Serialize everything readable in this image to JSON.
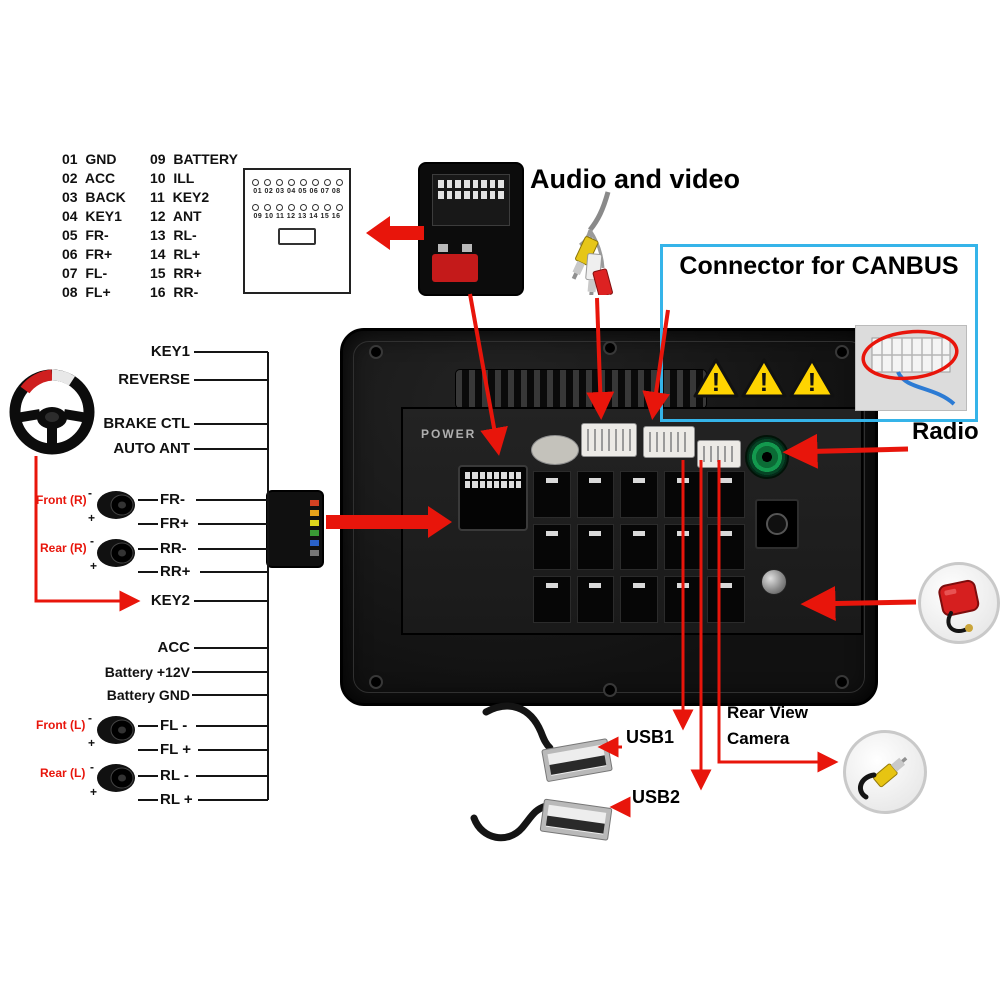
{
  "pin_table": {
    "rows_left": [
      "01  GND",
      "02  ACC",
      "03  BACK",
      "04  KEY1",
      "05  FR-",
      "06  FR+",
      "07  FL-",
      "08  FL+"
    ],
    "rows_right": [
      "09  BATTERY",
      "10  ILL",
      "11  KEY2",
      "12  ANT",
      "13  RL-",
      "14  RL+",
      "15  RR+",
      "16  RR-"
    ]
  },
  "connector_pins": {
    "row1": "01 02 03 04 05 06 07 08",
    "row2": "09 10 11 12 13 14 15 16"
  },
  "titles": {
    "audio_video": "Audio and video",
    "canbus": "Connector for CANBUS",
    "radio": "Radio",
    "usb1": "USB1",
    "usb2": "USB2",
    "rear_view_line1": "Rear View",
    "rear_view_line2": "Camera",
    "power": "POWER",
    "warning": "!"
  },
  "harness": {
    "key1": "KEY1",
    "reverse": "REVERSE",
    "brake_ctl": "BRAKE CTL",
    "auto_ant": "AUTO ANT",
    "fr_minus": "FR-",
    "fr_plus": "FR+",
    "rr_minus": "RR-",
    "rr_plus": "RR+",
    "key2": "KEY2",
    "acc": "ACC",
    "battery_12v": "Battery +12V",
    "battery_gnd": "Battery GND",
    "fl_minus": "FL -",
    "fl_plus": "FL +",
    "rl_minus": "RL -",
    "rl_plus": "RL +",
    "front_r": "Front (R)",
    "rear_r": "Rear (R)",
    "front_l": "Front (L)",
    "rear_l": "Rear (L)",
    "minus": "-",
    "plus": "+"
  },
  "colors": {
    "arrow_red": "#e8150b",
    "canbus_border": "#35b4e9",
    "warning_yellow": "#ffd400",
    "speaker_label_red": "#e8150b"
  }
}
